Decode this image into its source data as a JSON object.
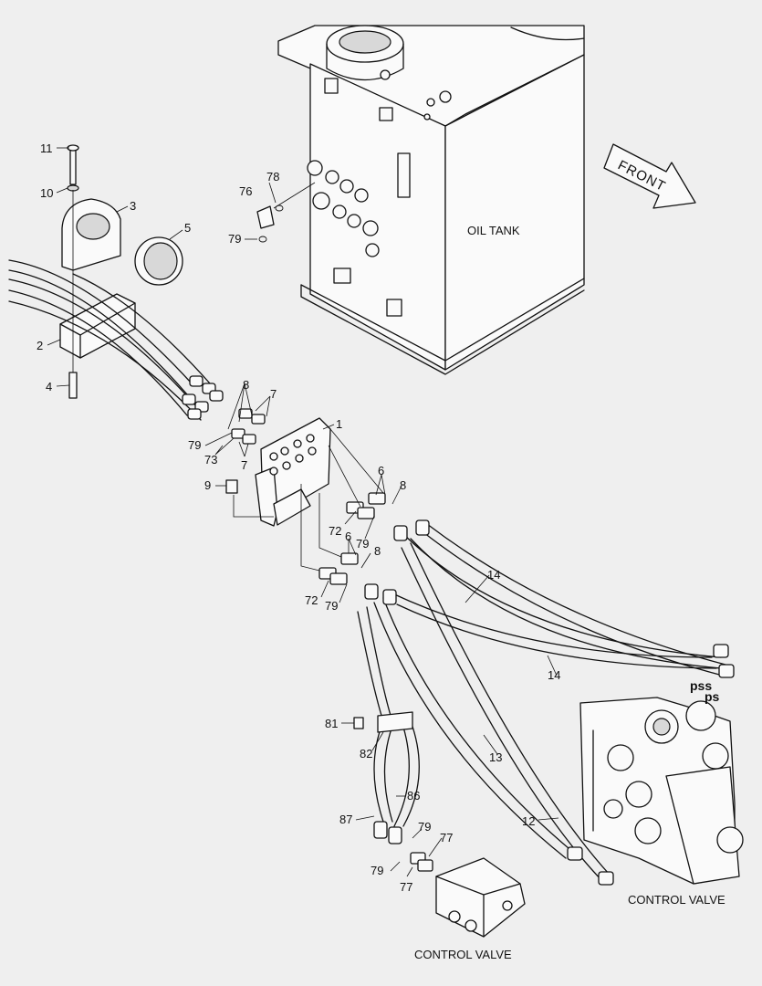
{
  "labels": {
    "oil_tank": "OIL TANK",
    "front": "FRONT",
    "control_valve_main": "CONTROL VALVE",
    "control_valve_pilot": "CONTROL VALVE",
    "port_pss": "pss",
    "port_ps": "ps"
  },
  "part_numbers": {
    "p11": "11",
    "p10": "10",
    "p3": "3",
    "p5": "5",
    "p2": "2",
    "p4": "4",
    "p78": "78",
    "p76": "76",
    "p79a": "79",
    "p8a": "8",
    "p7a": "7",
    "p79b": "79",
    "p73": "73",
    "p7b": "7",
    "p1": "1",
    "p9": "9",
    "p6a": "6",
    "p8b": "8",
    "p72a": "72",
    "p79c": "79",
    "p6b": "6",
    "p8c": "8",
    "p72b": "72",
    "p79d": "79",
    "p14a": "14",
    "p14b": "14",
    "p13": "13",
    "p12": "12",
    "p81": "81",
    "p82": "82",
    "p86": "86",
    "p87": "87",
    "p79e": "79",
    "p77a": "77",
    "p79f": "79",
    "p77b": "77"
  }
}
